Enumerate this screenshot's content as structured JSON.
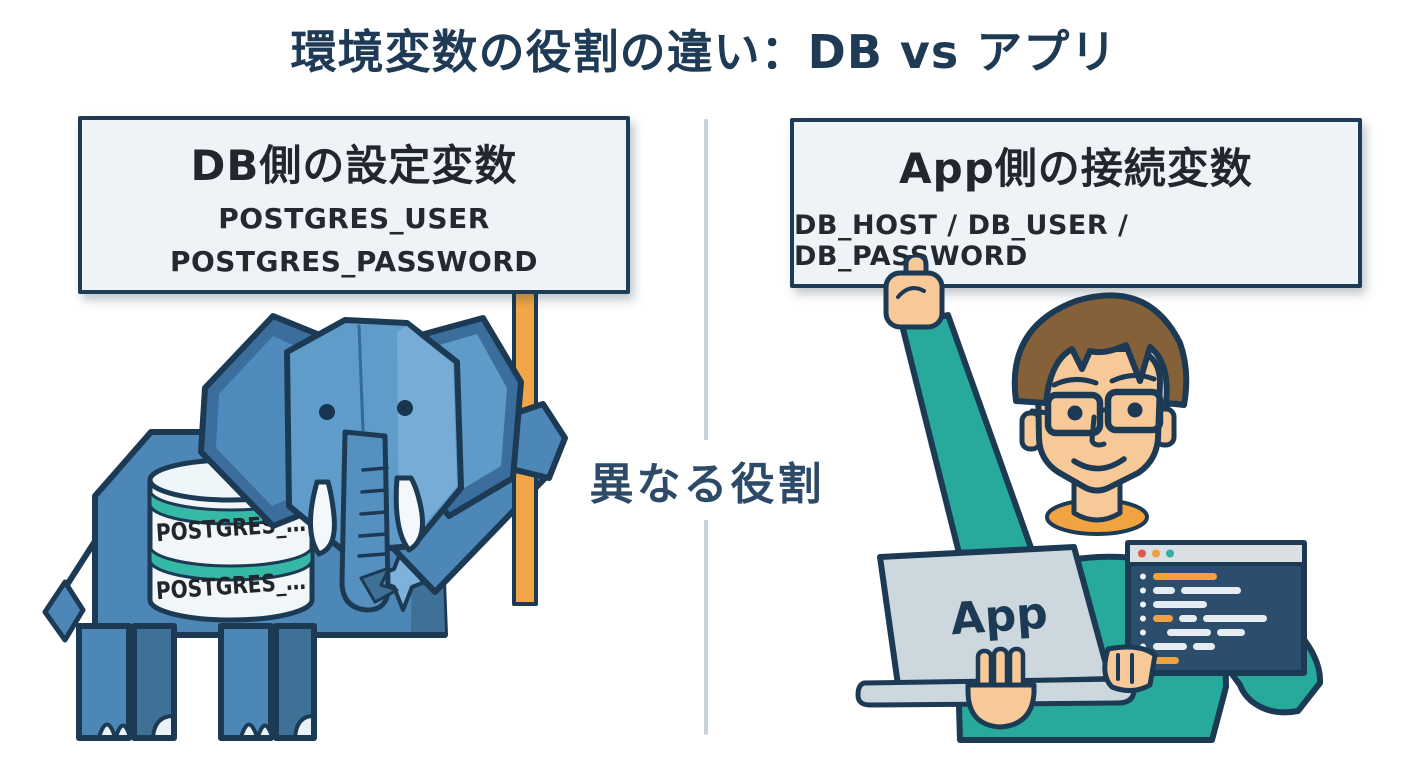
{
  "title": "環境変数の役割の違い：DB vs アプリ",
  "divider": {
    "label": "異なる役割"
  },
  "db_side": {
    "sign": {
      "title": "DB側の設定変数",
      "vars": [
        "POSTGRES_USER",
        "POSTGRES_PASSWORD"
      ]
    },
    "cylinder_labels": [
      "POSTGRES_…",
      "POSTGRES_…"
    ]
  },
  "app_side": {
    "sign": {
      "title": "App側の接続変数",
      "vars_line": "DB_HOST / DB_USER / DB_PASSWORD"
    },
    "laptop_label": "App"
  },
  "colors": {
    "navy_outline": "#1d3a55",
    "title_navy": "#1e3a55",
    "sign_bg": "#edf3f6",
    "elephant_blue": "#4c87b7",
    "elephant_dark_blue": "#3f7197",
    "elephant_light_blue": "#5f9cca",
    "cylinder_teal": "#36b8a7",
    "pole_orange": "#f2a646",
    "shirt_teal": "#27a99c",
    "skin": "#f8c998",
    "hair_brown": "#85613a",
    "collar_orange": "#f2a341",
    "laptop_gray": "#ccd7de",
    "editor_navy": "#2d4d6c",
    "editor_bar": "#d9dfe3",
    "dot_red": "#e2574c",
    "dot_yellow": "#efa23f",
    "dot_teal": "#2fb0a0",
    "divider_gray": "#c8d1d8"
  }
}
